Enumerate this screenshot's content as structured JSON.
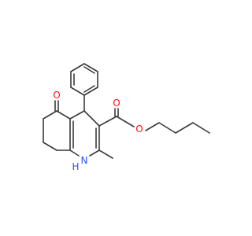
{
  "molecule": {
    "atoms": {
      "carbonyl_oxygen": "O",
      "ester_oxygen_double": "O",
      "ester_oxygen_single": "O",
      "nitrogen": "N",
      "nitrogen_hydrogen": "H"
    },
    "colors": {
      "bond": "#3a3a3a",
      "oxygen": "#ff0d0d",
      "nitrogen": "#3050f8",
      "background": "#ffffff"
    }
  }
}
